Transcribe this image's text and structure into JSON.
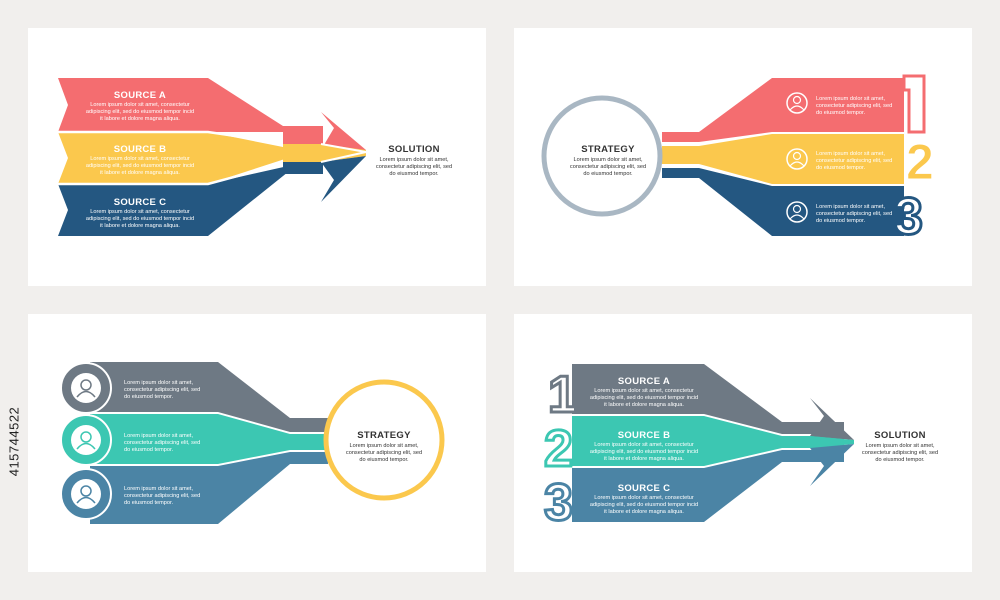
{
  "colors": {
    "red": "#f46d70",
    "yellow": "#fbc84d",
    "navy": "#245781",
    "grey": "#6e7984",
    "teal": "#3cc7b2",
    "steel": "#4b84a5",
    "ring_grey": "#a9b7c3",
    "ring_yellow": "#fbc84d",
    "text_dark": "#333333"
  },
  "placeholder_text": {
    "line1": "Lorem ipsum dolor sit amet,",
    "line2": "consectetur adipiscing elit, sed",
    "line3": "do eiusmod tempor.",
    "line2_long": "consectetur adipiscing elit, sed do eiusmod tempor incid",
    "line3_long": "it labore et dolore magna aliqua.",
    "row_line1": "Lorem ipsum dolor sit amet,",
    "row_line2": "consectetur adipiscing elit, sed",
    "row_line3": "do eiusmod tempor."
  },
  "panel1": {
    "sources": [
      {
        "title": "SOURCE A",
        "line1": "Lorem ipsum dolor sit amet, consectetur",
        "line2": "adipiscing elit, sed do eiusmod tempor incid",
        "line3": "it labore et dolore magna aliqua."
      },
      {
        "title": "SOURCE B",
        "line1": "Lorem ipsum dolor sit amet, consectetur",
        "line2": "adipiscing elit, sed do eiusmod tempor incid",
        "line3": "it labore et dolore magna aliqua."
      },
      {
        "title": "SOURCE C",
        "line1": "Lorem ipsum dolor sit amet, consectetur",
        "line2": "adipiscing elit, sed do eiusmod tempor incid",
        "line3": "it labore et dolore magna aliqua."
      }
    ],
    "result": {
      "title": "SOLUTION",
      "line1": "Lorem ipsum dolor sit amet,",
      "line2": "consectetur adipiscing elit, sed",
      "line3": "do eiusmod tempor."
    }
  },
  "panel2": {
    "center": {
      "title": "STRATEGY",
      "line1": "Lorem ipsum dolor sit amet,",
      "line2": "consectetur adipiscing elit, sed",
      "line3": "do eiusmod tempor."
    },
    "rows": [
      {
        "number": "1",
        "icon": "woman-avatar-icon",
        "line1": "Lorem ipsum dolor sit amet,",
        "line2": "consectetur adipiscing elit, sed",
        "line3": "do eiusmod tempor."
      },
      {
        "number": "2",
        "icon": "man-avatar-icon",
        "line1": "Lorem ipsum dolor sit amet,",
        "line2": "consectetur adipiscing elit, sed",
        "line3": "do eiusmod tempor."
      },
      {
        "number": "3",
        "icon": "woman-avatar-icon",
        "line1": "Lorem ipsum dolor sit amet,",
        "line2": "consectetur adipiscing elit, sed",
        "line3": "do eiusmod tempor."
      }
    ]
  },
  "panel3": {
    "center": {
      "title": "STRATEGY",
      "line1": "Lorem ipsum dolor sit amet,",
      "line2": "consectetur adipiscing elit, sed",
      "line3": "do eiusmod tempor."
    },
    "rows": [
      {
        "icon": "woman-avatar-icon",
        "line1": "Lorem ipsum dolor sit amet,",
        "line2": "consectetur adipiscing elit, sed",
        "line3": "do eiusmod tempor."
      },
      {
        "icon": "man-avatar-icon",
        "line1": "Lorem ipsum dolor sit amet,",
        "line2": "consectetur adipiscing elit, sed",
        "line3": "do eiusmod tempor."
      },
      {
        "icon": "woman-avatar-icon",
        "line1": "Lorem ipsum dolor sit amet,",
        "line2": "consectetur adipiscing elit, sed",
        "line3": "do eiusmod tempor."
      }
    ]
  },
  "panel4": {
    "sources": [
      {
        "number": "1",
        "title": "SOURCE A",
        "line1": "Lorem ipsum dolor sit amet, consectetur",
        "line2": "adipiscing elit, sed do eiusmod tempor incid",
        "line3": "it labore et dolore magna aliqua."
      },
      {
        "number": "2",
        "title": "SOURCE B",
        "line1": "Lorem ipsum dolor sit amet, consectetur",
        "line2": "adipiscing elit, sed do eiusmod tempor incid",
        "line3": "it labore et dolore magna aliqua."
      },
      {
        "number": "3",
        "title": "SOURCE C",
        "line1": "Lorem ipsum dolor sit amet, consectetur",
        "line2": "adipiscing elit, sed do eiusmod tempor incid",
        "line3": "it labore et dolore magna aliqua."
      }
    ],
    "result": {
      "title": "SOLUTION",
      "line1": "Lorem ipsum dolor sit amet,",
      "line2": "consectetur adipiscing elit, sed",
      "line3": "do eiusmod tempor."
    }
  },
  "stock_id": "415744522"
}
